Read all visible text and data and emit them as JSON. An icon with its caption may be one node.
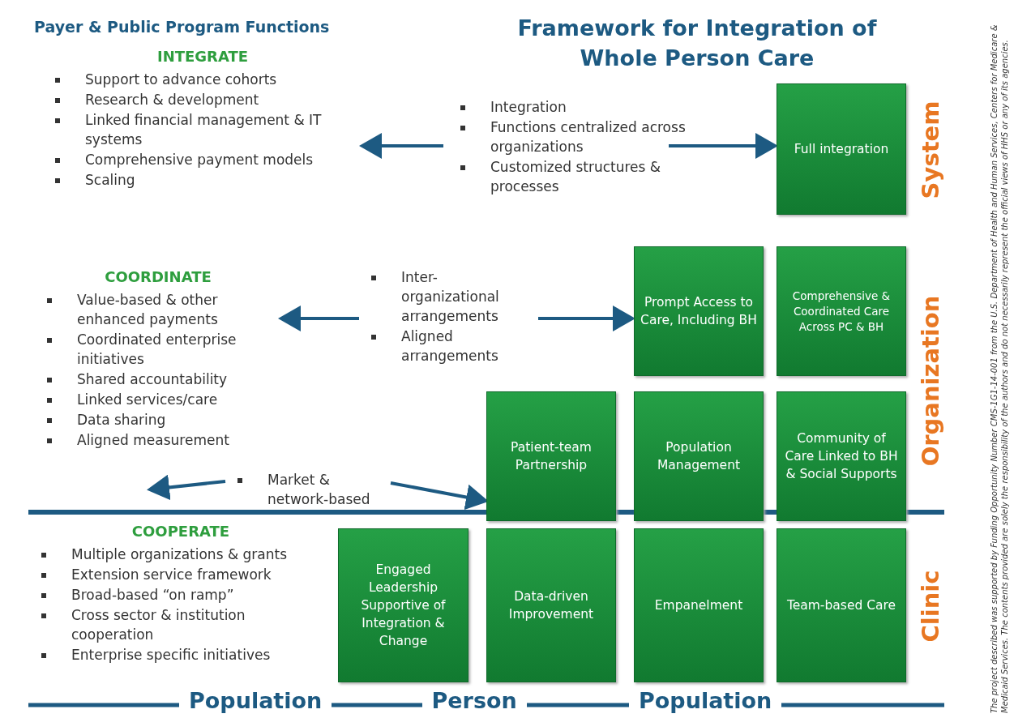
{
  "diagram": {
    "title": "Framework for Integration of Whole Person Care",
    "nodes": [
      {
        "text": [
          "INTEGRATE",
          "Support to advance cohorts",
          "Research & development",
          "Linked financial management & IT systems",
          "Comprehensive payment models",
          "Scaling"
        ]
      },
      {
        "text": [
          "Integration",
          "Functions centralized across organizations",
          "Customized structures & processes"
        ]
      },
      {
        "text": [
          "Full integration"
        ]
      },
      {
        "text": [
          "COORDINATE",
          "Value-based & other enhanced payments",
          "Coordinated enterprise initiatives",
          "Shared accountability",
          "Linked services/care",
          "Data sharing",
          "Aligned measurement"
        ]
      },
      {
        "text": [
          "Inter-organizational arrangements",
          "Aligned arrangements"
        ]
      },
      {
        "text": [
          "Prompt Access to Care, Including BH"
        ]
      },
      {
        "text": [
          "Comprehensive & Coordinated Care Across PC & BH"
        ]
      },
      {
        "text": [
          "Patient-team Partnership"
        ]
      },
      {
        "text": [
          "Population Management"
        ]
      },
      {
        "text": [
          "Community of Care Linked to BH & Social Supports"
        ]
      },
      {
        "text": [
          "Market & network-based"
        ]
      },
      {
        "text": [
          "COOPERATE",
          "Multiple organizations & grants",
          "Extension service framework",
          "Broad-based “on ramp”",
          "Cross sector & institution cooperation",
          "Enterprise specific initiatives"
        ]
      },
      {
        "text": [
          "Engaged Leadership Supportive of Integration & Change"
        ]
      },
      {
        "text": [
          "Data-driven Improvement"
        ]
      },
      {
        "text": [
          "Empanelment"
        ]
      },
      {
        "text": [
          "Team-based Care"
        ]
      }
    ],
    "edges": [
      {
        "from": 1,
        "to": 0,
        "arrow": "to"
      },
      {
        "from": 1,
        "to": 2,
        "arrow": "to"
      },
      {
        "from": 4,
        "to": 3,
        "arrow": "to"
      },
      {
        "from": 4,
        "to": 5,
        "arrow": "to"
      },
      {
        "from": 10,
        "to": null,
        "arrow": "to"
      },
      {
        "from": 10,
        "to": 7,
        "arrow": "to"
      }
    ],
    "labels": [
      "Payer & Public Program Functions",
      "System",
      "Organization",
      "Clinic",
      "Population",
      "Person",
      "Population",
      "The project described was supported by Funding Opportunity Number CMS-1G1-14-001 from the U.S. Department of Health and Human Services, Centers for Medicare & Medicaid Services. The contents provided are solely the responsibility of the authors and do not necessarily represent the official views of HHS or any of its agencies."
    ]
  }
}
